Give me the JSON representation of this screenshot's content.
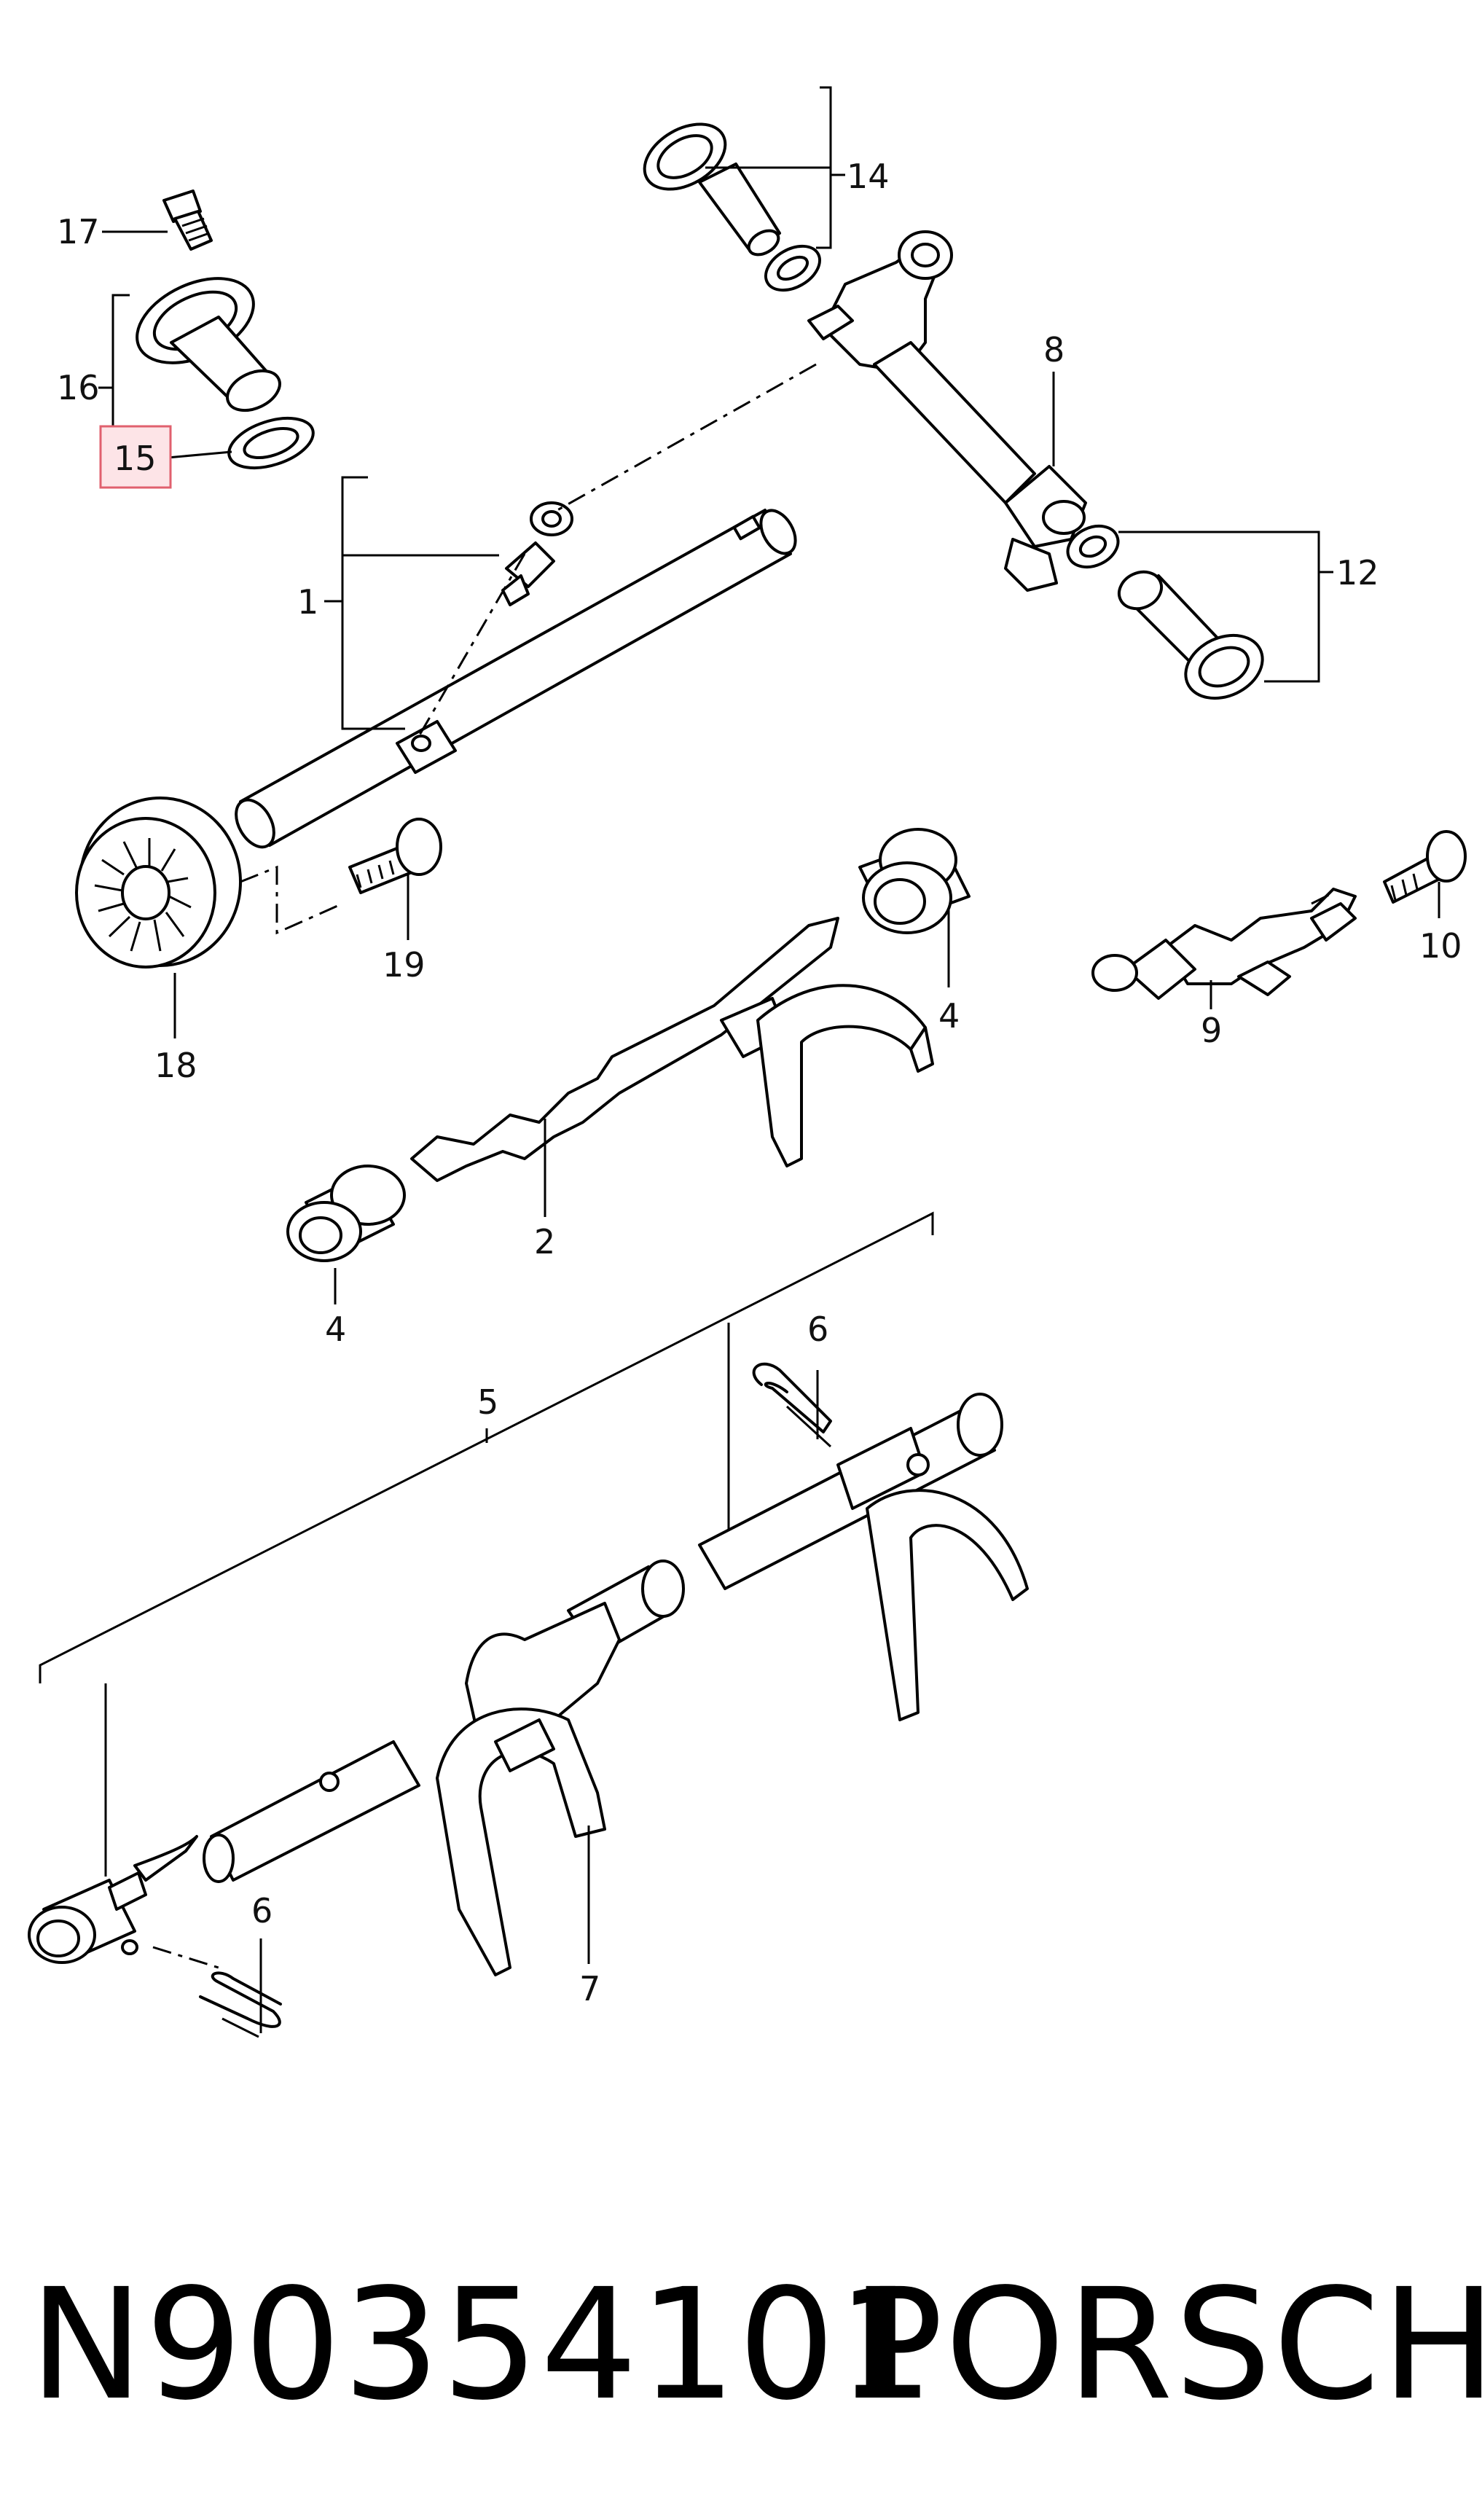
{
  "callouts": {
    "c1": "1",
    "c2": "2",
    "c4a": "4",
    "c4b": "4",
    "c5": "5",
    "c6a": "6",
    "c6b": "6",
    "c7": "7",
    "c8": "8",
    "c9": "9",
    "c10": "10",
    "c12": "12",
    "c14": "14",
    "c15": "15",
    "c16": "16",
    "c17": "17",
    "c18": "18",
    "c19": "19"
  },
  "highlighted_callout": "15",
  "footer": {
    "part_number": "N90354101",
    "brand": "PORSCHE"
  }
}
